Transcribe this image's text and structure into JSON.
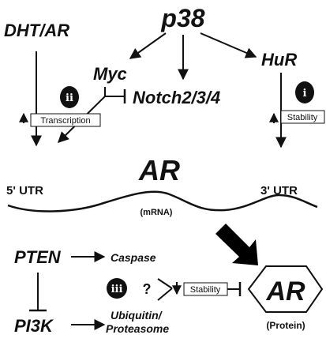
{
  "diagram": {
    "nodes": {
      "p38": "p38",
      "dht_ar": "DHT/AR",
      "myc": "Myc",
      "hur": "HuR",
      "notch": "Notch2/3/4",
      "ar_gene": "AR",
      "utr5": "5' UTR",
      "utr3": "3' UTR",
      "mrna": "(mRNA)",
      "pten": "PTEN",
      "caspase": "Caspase",
      "pi3k": "PI3K",
      "ubiquitin_line1": "Ubiquitin/",
      "ubiquitin_line2": "Proteasome",
      "unknown": "?",
      "ar_protein": "AR",
      "protein": "(Protein)"
    },
    "boxes": {
      "transcription": "Transcription",
      "stability_mrna": "Stability",
      "stability_protein": "Stability"
    },
    "badges": {
      "i": "i",
      "ii": "ii",
      "iii": "iii"
    }
  }
}
